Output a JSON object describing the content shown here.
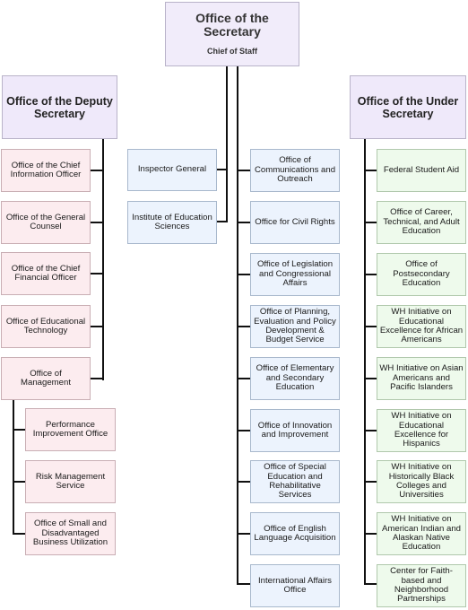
{
  "secretary": {
    "title": "Office of the Secretary",
    "subtitle": "Chief of Staff"
  },
  "deputy": {
    "title": "Office of the Deputy Secretary",
    "offices": [
      "Office of the Chief Information Officer",
      "Office of the General Counsel",
      "Office of the Chief Financial Officer",
      "Office of Educational Technology",
      "Office of Management"
    ],
    "management_units": [
      "Performance Improvement Office",
      "Risk Management Service",
      "Office of Small and Disadvantaged Business Utilization"
    ]
  },
  "staff_offices": [
    "Inspector General",
    "Institute of Education Sciences"
  ],
  "secretary_offices": [
    "Office of Communications and Outreach",
    "Office for Civil Rights",
    "Office of Legislation and Congressional Affairs",
    "Office of Planning, Evaluation and Policy Development & Budget Service",
    "Office of Elementary and Secondary Education",
    "Office of Innovation and Improvement",
    "Office of Special Education and Rehabilitative Services",
    "Office of English Language Acquisition",
    "International Affairs Office"
  ],
  "under": {
    "title": "Office of the Under Secretary",
    "offices": [
      "Federal Student Aid",
      "Office of Career, Technical, and Adult Education",
      "Office of Postsecondary Education",
      "WH Initiative on Educational Excellence for African Americans",
      "WH Initiative on Asian Americans and Pacific Islanders",
      "WH Initiative on Educational Excellence for Hispanics",
      "WH Initiative on Historically Black Colleges and Universities",
      "WH Initiative on American Indian and Alaskan Native Education",
      "Center for Faith-based and Neighborhood Partnerships"
    ]
  }
}
